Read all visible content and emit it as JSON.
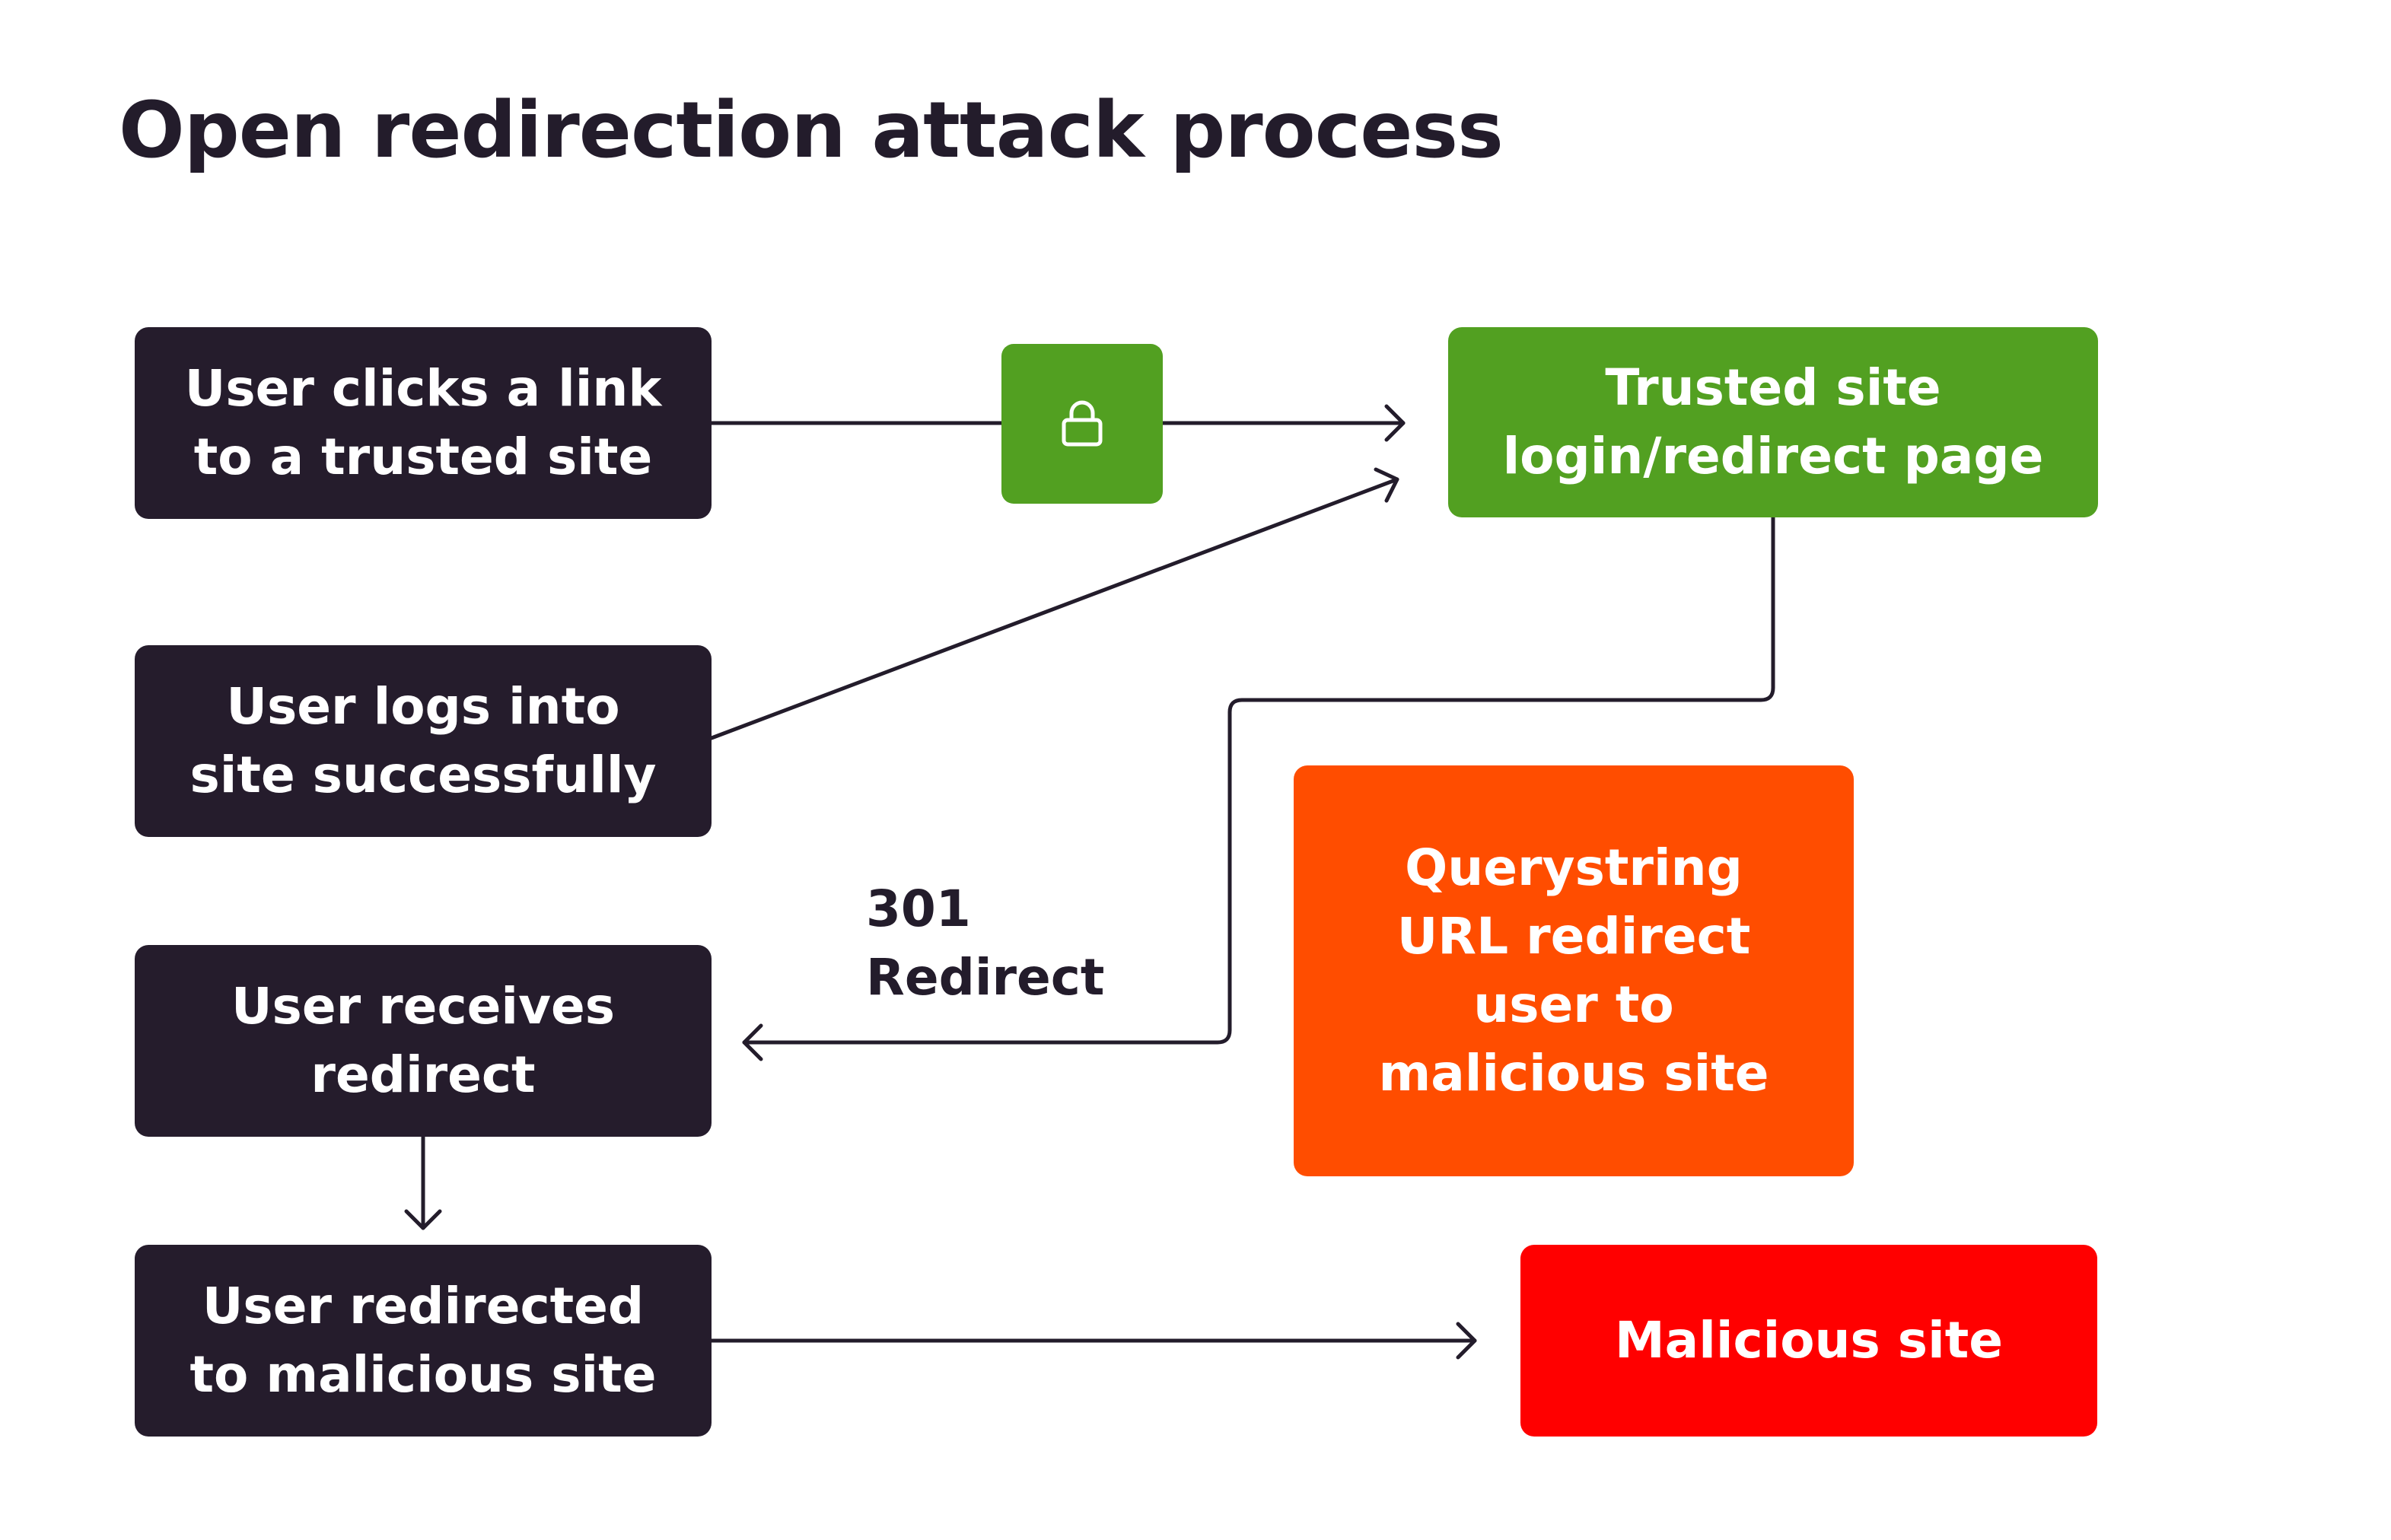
{
  "title": "Open redirection attack process",
  "nodes": {
    "user_clicks": "User clicks a link\nto a trusted site",
    "user_logs": "User logs into\nsite successfully",
    "user_receives": "User receives\nredirect",
    "user_redirected": "User redirected\nto malicious site",
    "trusted_site": "Trusted site\nlogin/redirect page",
    "querystring": "Querystring\nURL redirect\nuser to\nmalicious site",
    "malicious_site": "Malicious site"
  },
  "edge_label": "301\nRedirect",
  "icons": {
    "lock": "lock-icon"
  },
  "colors": {
    "dark": "#251c2c",
    "green": "#52a021",
    "orange": "#ff4d00",
    "red": "#ff0000",
    "line": "#231c2b"
  }
}
